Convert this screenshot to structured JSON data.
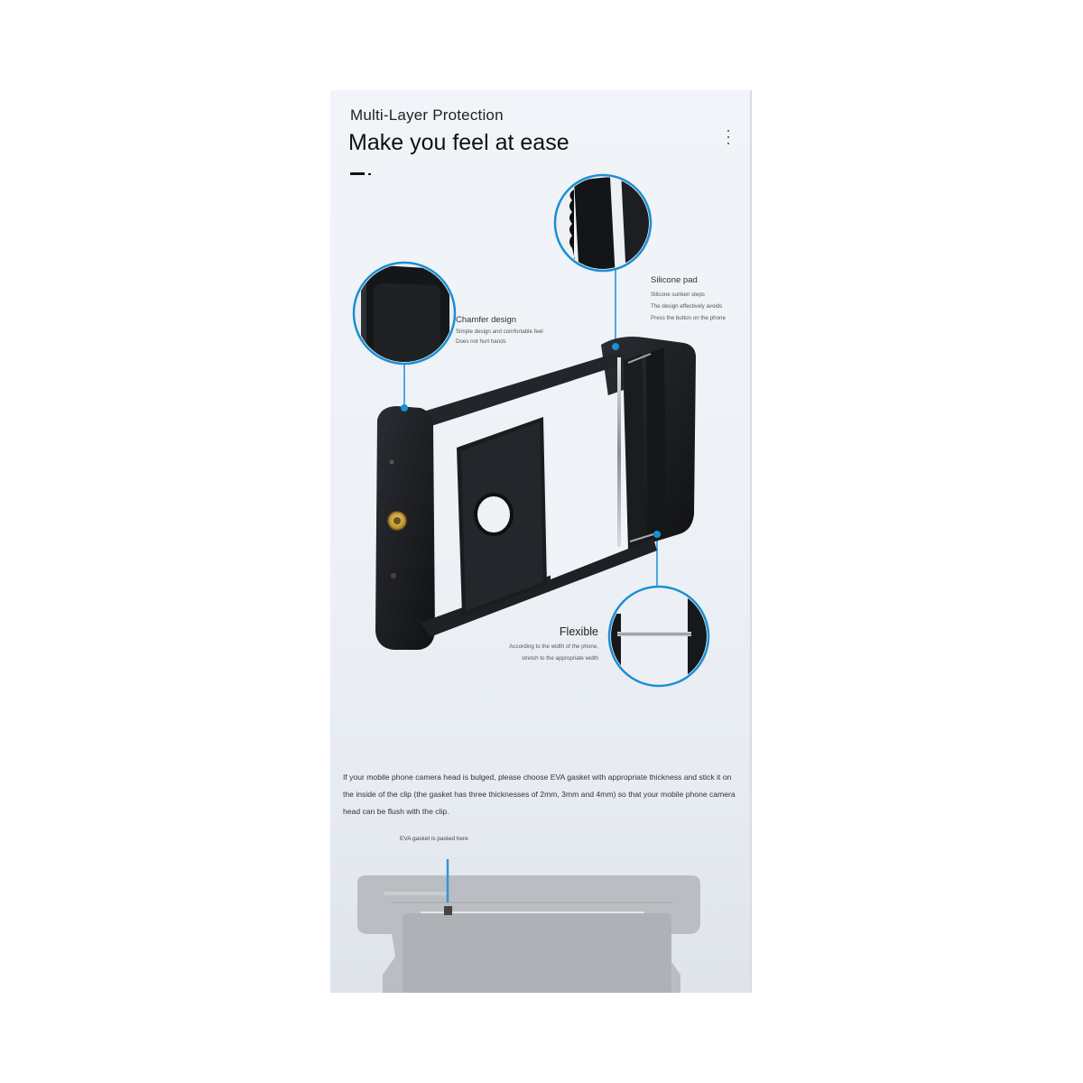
{
  "header": {
    "subtitle": "Multi-Layer Protection",
    "title": "Make you feel at ease"
  },
  "callouts": {
    "silicone": {
      "title": "Silicone pad",
      "lines": [
        "Silicone sunken steps",
        "The design effectively avoids",
        "Press the button on the phone"
      ]
    },
    "chamfer": {
      "title": "Chamfer design",
      "lines": [
        "Simple design and comfortable feel",
        "Does not hurt hands"
      ]
    },
    "flexible": {
      "title": "Flexible",
      "lines": [
        "According to the width of the phone,",
        "stretch to the appropriate width"
      ]
    }
  },
  "note": {
    "text": "If your mobile phone camera head is bulged, please choose EVA gasket with appropriate thickness and stick it on the inside of the clip (the gasket has three thicknesses of 2mm, 3mm and 4mm) so that your mobile phone camera head can be flush with the clip."
  },
  "gasket": {
    "label": "EVA gasket is pasted here"
  },
  "colors": {
    "accent": "#1a8fd6",
    "product": "#1b1d21",
    "brass": "#c9a23a"
  },
  "icons": [
    "more-vertical-icon"
  ]
}
